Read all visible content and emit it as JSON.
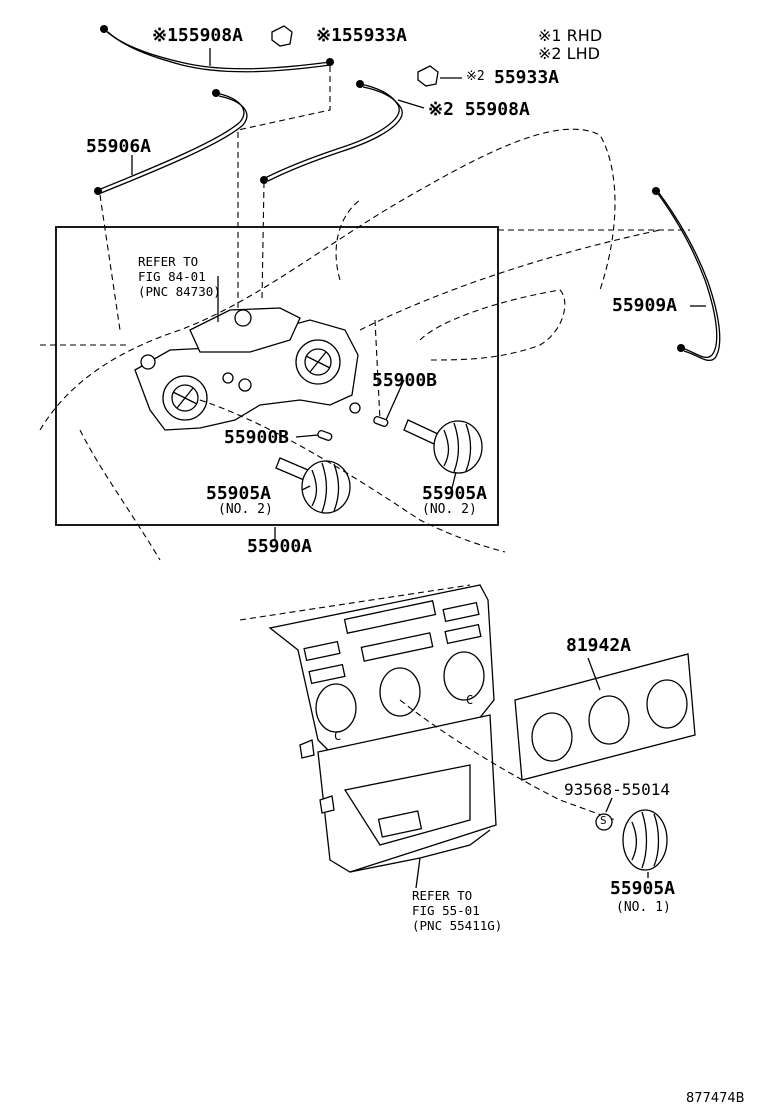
{
  "notes": {
    "rhd": "※1 RHD",
    "lhd": "※2 LHD"
  },
  "parts": {
    "p_155908A": "※155908A",
    "p_155933A": "※155933A",
    "p_2_55933A_mark": "※2",
    "p_2_55933A_num": "55933A",
    "p_2_55908A": "※2 55908A",
    "p_55906A": "55906A",
    "p_55909A": "55909A",
    "p_55900B_upper": "55900B",
    "p_55900B_lower": "55900B",
    "p_55905A_left": "55905A",
    "p_55905A_left_sub": "(NO. 2)",
    "p_55905A_right": "55905A",
    "p_55905A_right_sub": "(NO. 2)",
    "p_55900A": "55900A",
    "p_81942A": "81942A",
    "p_93568": "93568-55014",
    "p_55905A_bottom": "55905A",
    "p_55905A_bottom_sub": "(NO. 1)"
  },
  "references": {
    "ref1": {
      "line1": "REFER TO",
      "line2": "FIG 84-01",
      "line3": "(PNC 84730)"
    },
    "ref2": {
      "line1": "REFER TO",
      "line2": "FIG 55-01",
      "line3": "(PNC 55411G)"
    }
  },
  "footer": {
    "figure_id": "877474B"
  },
  "icons": {
    "washer_symbol": "S",
    "panel_mark": "C"
  }
}
